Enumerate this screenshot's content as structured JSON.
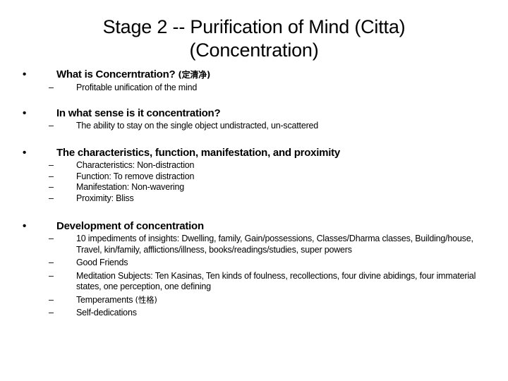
{
  "slide": {
    "title_lines": [
      "Stage 2 -- Purification of Mind (Citta)",
      "(Concentration)"
    ],
    "bullet_marker": "•",
    "dash_marker": "–",
    "colors": {
      "background": "#ffffff",
      "text": "#000000"
    },
    "groups": [
      {
        "heading": "What is Concerntration? (定清净)",
        "heading_text": "What is Concerntration? ",
        "heading_cjk": "(定清净)",
        "items": [
          "Profitable unification of the mind"
        ]
      },
      {
        "heading": "In what sense is it concentration?",
        "items": [
          "The ability to stay on the single object undistracted, un-scattered"
        ]
      },
      {
        "heading": "The characteristics, function, manifestation, and proximity",
        "items": [
          "Characteristics: Non-distraction",
          "Function: To remove distraction",
          "Manifestation: Non-wavering",
          "Proximity: Bliss"
        ]
      },
      {
        "heading": "Development of concentration",
        "items": [
          "10 impediments of insights: Dwelling, family, Gain/possessions, Classes/Dharma classes, Building/house, Travel, kin/family, afflictions/illness, books/readings/studies, super powers",
          "Good Friends",
          "Meditation Subjects: Ten Kasinas, Ten kinds of foulness, recollections, four divine abidings, four immaterial states, one perception, one defining",
          "Temperaments (性格)",
          "Self-dedications"
        ],
        "item_temperaments_text": "Temperaments ",
        "item_temperaments_cjk": "(性格)"
      }
    ]
  }
}
